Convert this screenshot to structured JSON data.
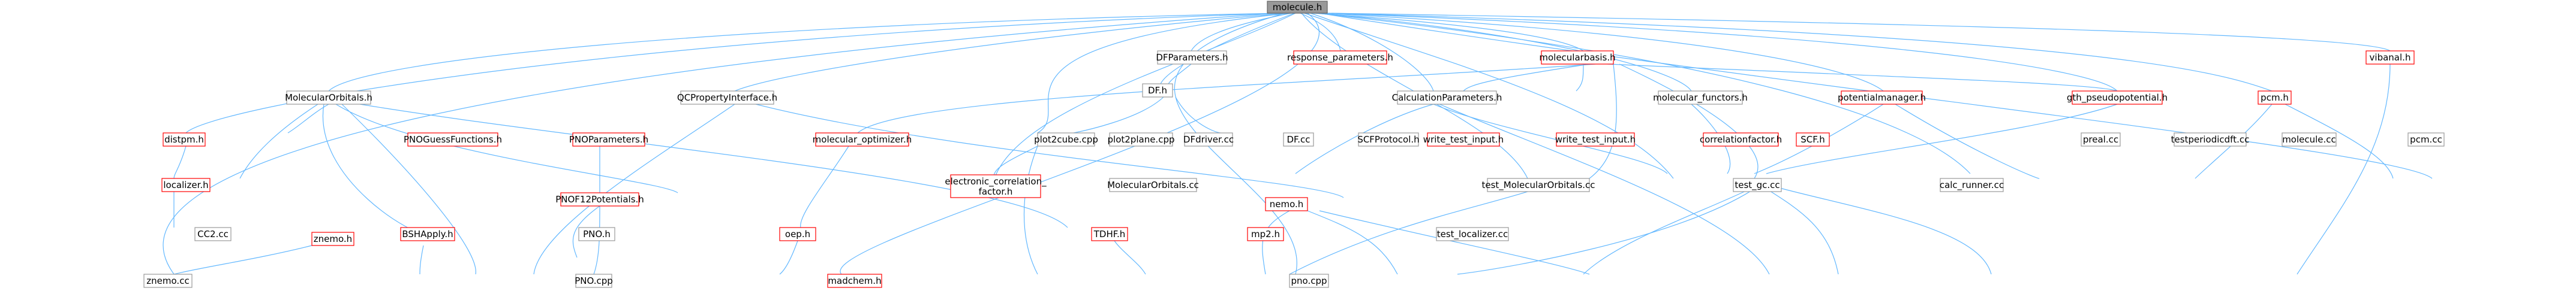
{
  "colors": {
    "edge": "#63b8ff",
    "node_border": "#999999",
    "node_border_highlight": "#ff0000",
    "root_fill": "#999999"
  },
  "root": "molecule.h",
  "nodes": [
    {
      "id": "molecule_h",
      "label": "molecule.h",
      "style": "root"
    },
    {
      "id": "dfparameters_h",
      "label": "DFParameters.h",
      "style": "normal"
    },
    {
      "id": "response_parameters_h",
      "label": "response_parameters.h",
      "style": "red"
    },
    {
      "id": "molecularbasis_h",
      "label": "molecularbasis.h",
      "style": "red"
    },
    {
      "id": "vibanal_h",
      "label": "vibanal.h",
      "style": "red"
    },
    {
      "id": "molecularorbitals_h",
      "label": "MolecularOrbitals.h",
      "style": "normal"
    },
    {
      "id": "qcpropertyinterface_h",
      "label": "QCPropertyInterface.h",
      "style": "normal"
    },
    {
      "id": "df_h",
      "label": "DF.h",
      "style": "normal"
    },
    {
      "id": "calculationparameters_h",
      "label": "CalculationParameters.h",
      "style": "normal"
    },
    {
      "id": "molecular_functors_h",
      "label": "molecular_functors.h",
      "style": "normal"
    },
    {
      "id": "potentialmanager_h",
      "label": "potentialmanager.h",
      "style": "red"
    },
    {
      "id": "gth_pseudopotential_h",
      "label": "gth_pseudopotential.h",
      "style": "red"
    },
    {
      "id": "pcm_h",
      "label": "pcm.h",
      "style": "red"
    },
    {
      "id": "distpm_h",
      "label": "distpm.h",
      "style": "red"
    },
    {
      "id": "pnoguessfunctions_h",
      "label": "PNOGuessFunctions.h",
      "style": "red"
    },
    {
      "id": "pnoparameters_h",
      "label": "PNOParameters.h",
      "style": "red"
    },
    {
      "id": "molecular_optimizer_h",
      "label": "molecular_optimizer.h",
      "style": "red"
    },
    {
      "id": "plot2cube_cpp",
      "label": "plot2cube.cpp",
      "style": "normal"
    },
    {
      "id": "plot2plane_cpp",
      "label": "plot2plane.cpp",
      "style": "normal"
    },
    {
      "id": "dfdriver_cc",
      "label": "DFdriver.cc",
      "style": "normal"
    },
    {
      "id": "df_cc",
      "label": "DF.cc",
      "style": "normal"
    },
    {
      "id": "scfprotocol_h",
      "label": "SCFProtocol.h",
      "style": "normal"
    },
    {
      "id": "write_test_input_h",
      "label": "write_test_input.h",
      "style": "red"
    },
    {
      "id": "write_test_input",
      "label": "write_test_input.h",
      "style": "red"
    },
    {
      "id": "correlationfactor_h",
      "label": "correlationfactor.h",
      "style": "red"
    },
    {
      "id": "scf_h",
      "label": "SCF.h",
      "style": "red"
    },
    {
      "id": "preal_cc",
      "label": "preal.cc",
      "style": "normal"
    },
    {
      "id": "testperiodicdft_cc",
      "label": "testperiodicdft.cc",
      "style": "normal"
    },
    {
      "id": "molecule_cc",
      "label": "molecule.cc",
      "style": "normal"
    },
    {
      "id": "pcm_cc",
      "label": "pcm.cc",
      "style": "normal"
    },
    {
      "id": "localizer_h",
      "label": "localizer.h",
      "style": "red"
    },
    {
      "id": "pnof12potentials_h",
      "label": "PNOF12Potentials.h",
      "style": "red"
    },
    {
      "id": "electronic_correlation_factor_h",
      "label": "electronic_correlation_factor.h",
      "style": "red"
    },
    {
      "id": "molecularorbitals_cc",
      "label": "MolecularOrbitals.cc",
      "style": "normal"
    },
    {
      "id": "test_molecularorbitals_cc",
      "label": "test_MolecularOrbitals.cc",
      "style": "normal"
    },
    {
      "id": "nemo_h",
      "label": "nemo.h",
      "style": "red"
    },
    {
      "id": "test_gc_cc",
      "label": "test_gc.cc",
      "style": "normal"
    },
    {
      "id": "calc_runner_cc",
      "label": "calc_runner.cc",
      "style": "normal"
    },
    {
      "id": "cc2_cc",
      "label": "CC2.cc",
      "style": "normal"
    },
    {
      "id": "znemo_h",
      "label": "znemo.h",
      "style": "red"
    },
    {
      "id": "bshapply_h",
      "label": "BSHApply.h",
      "style": "red"
    },
    {
      "id": "pno_h",
      "label": "PNO.h",
      "style": "normal"
    },
    {
      "id": "tdhf_h",
      "label": "TDHF.h",
      "style": "red"
    },
    {
      "id": "oep_h",
      "label": "oep.h",
      "style": "red"
    },
    {
      "id": "mp2_h",
      "label": "mp2.h",
      "style": "red"
    },
    {
      "id": "test_localizer_cc",
      "label": "test_localizer.cc",
      "style": "normal"
    },
    {
      "id": "znemo_cc",
      "label": "znemo.cc",
      "style": "normal"
    },
    {
      "id": "pno_cpp",
      "label": "PNO.cpp",
      "style": "normal"
    },
    {
      "id": "madchem_h",
      "label": "madchem.h",
      "style": "red"
    },
    {
      "id": "pno_cpp2",
      "label": "pno.cpp",
      "style": "normal"
    }
  ]
}
